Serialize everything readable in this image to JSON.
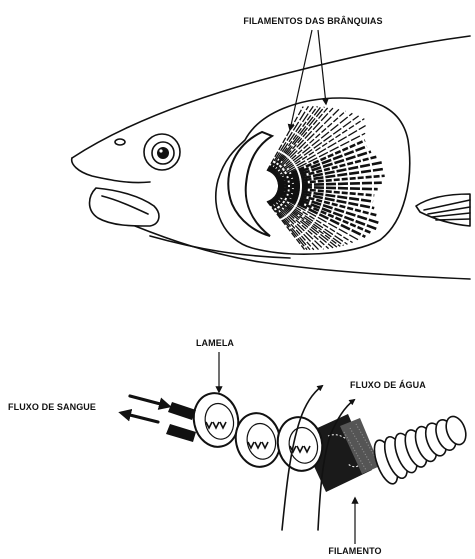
{
  "labels": {
    "gill_filaments": "FILAMENTOS DAS BRÂNQUIAS",
    "lamella": "LAMELA",
    "blood_flow": "FLUXO DE SANGUE",
    "water_flow": "FLUXO DE ÁGUA",
    "filament": "FILAMENTO"
  },
  "colors": {
    "ink": "#111111",
    "paper": "#ffffff"
  }
}
